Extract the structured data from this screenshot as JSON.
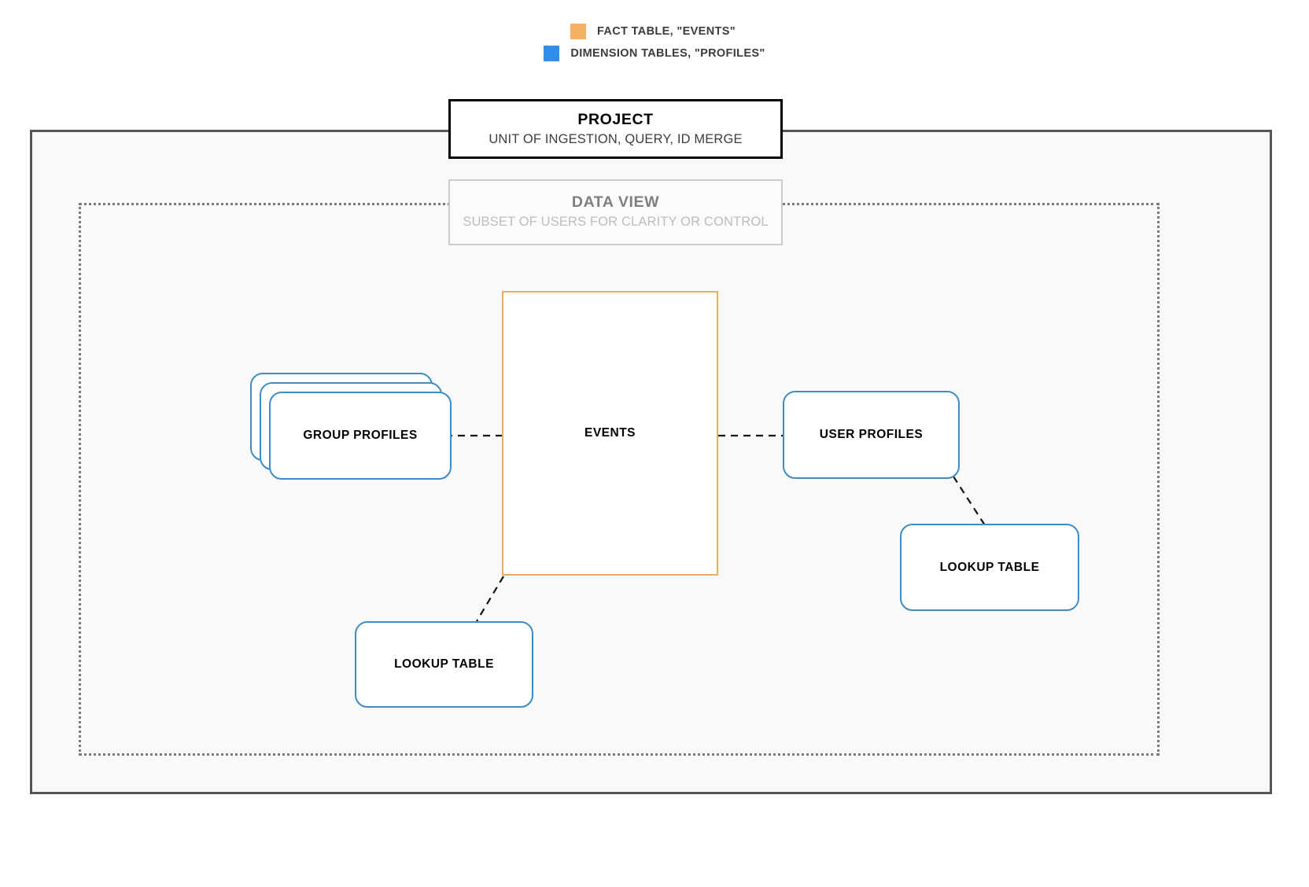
{
  "legend": {
    "items": [
      {
        "id": "fact-table",
        "label": "FACT TABLE, \"EVENTS\"",
        "color": "#F5B162",
        "swatch_icon": "orange-square-icon"
      },
      {
        "id": "dimension-tables",
        "label": "DIMENSION TABLES, \"PROFILES\"",
        "color": "#2F8FEA",
        "swatch_icon": "blue-square-icon"
      }
    ]
  },
  "project": {
    "title": "PROJECT",
    "subtitle": "UNIT OF INGESTION, QUERY, ID MERGE",
    "border_color": "#000000"
  },
  "data_view": {
    "title": "DATA VIEW",
    "subtitle": "SUBSET OF USERS FOR CLARITY OR CONTROL",
    "border_color": "#CCCCCC",
    "text_color": "#BDBDBD"
  },
  "nodes": {
    "events": {
      "label": "EVENTS",
      "type": "fact-table",
      "border_color": "#E8AE66"
    },
    "group_profiles": {
      "label": "GROUP PROFILES",
      "type": "dimension-table",
      "border_color": "#3D8DC4",
      "stack_count": 3
    },
    "user_profiles": {
      "label": "USER PROFILES",
      "type": "dimension-table",
      "border_color": "#3D8DC4"
    },
    "lookup_table_left": {
      "label": "LOOKUP TABLE",
      "type": "dimension-table",
      "border_color": "#3D8DC4"
    },
    "lookup_table_right": {
      "label": "LOOKUP TABLE",
      "type": "dimension-table",
      "border_color": "#3D8DC4"
    }
  },
  "connectors": [
    {
      "id": "group-profiles-to-events",
      "from": "group_profiles",
      "to": "events",
      "style": "dashed"
    },
    {
      "id": "events-to-user-profiles",
      "from": "events",
      "to": "user_profiles",
      "style": "dashed"
    },
    {
      "id": "user-profiles-to-lookup-right",
      "from": "user_profiles",
      "to": "lookup_table_right",
      "style": "dashed"
    },
    {
      "id": "events-to-lookup-left",
      "from": "events",
      "to": "lookup_table_left",
      "style": "dashed"
    }
  ]
}
